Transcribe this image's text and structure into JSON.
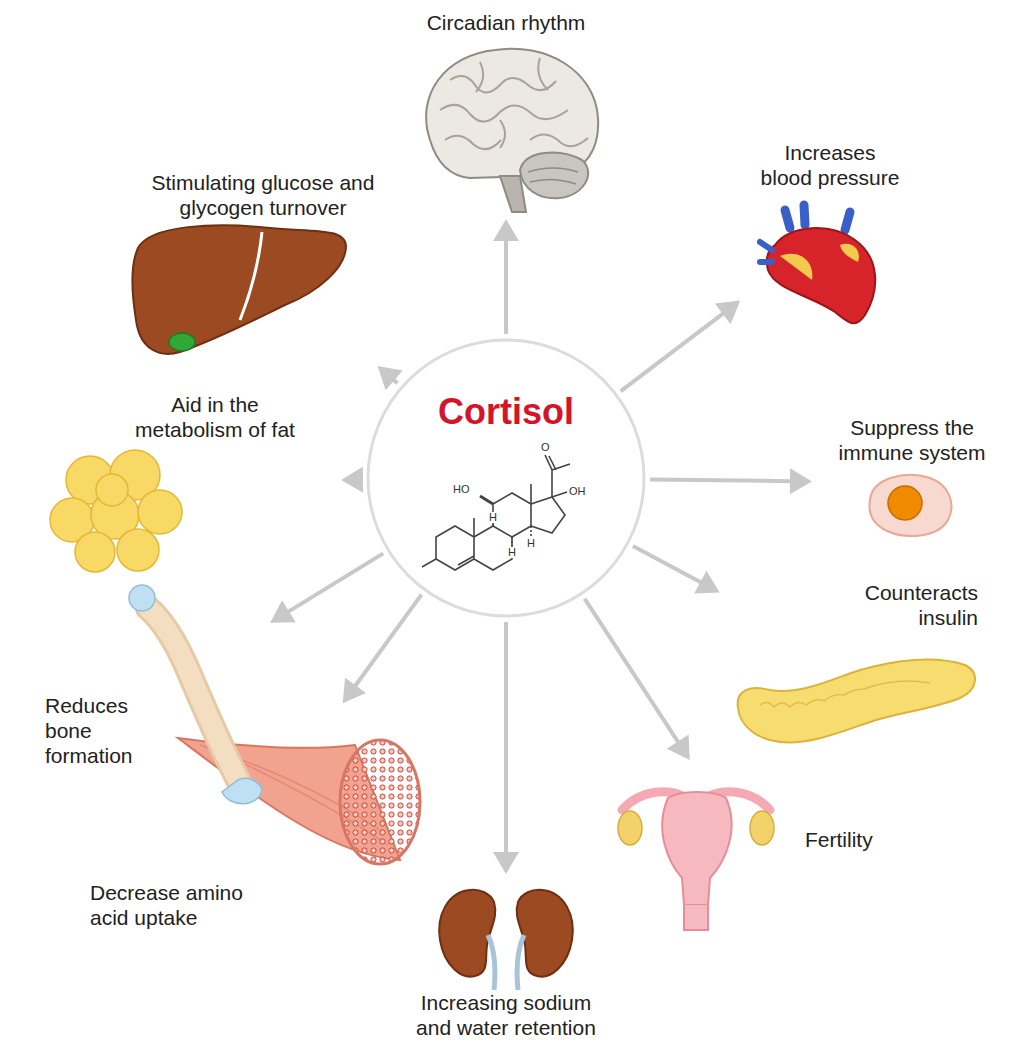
{
  "diagram": {
    "nodes": [
      {
        "text": [
          "Cortisol"
        ]
      },
      {
        "text": [
          "Circadian rhythm"
        ]
      },
      {
        "text": [
          "Stimulating glucose and glycogen turnover"
        ]
      },
      {
        "text": [
          "Increases blood pressure"
        ]
      },
      {
        "text": [
          "Aid in the metabolism of fat"
        ]
      },
      {
        "text": [
          "Suppress the immune system"
        ]
      },
      {
        "text": [
          "Counteracts insulin"
        ]
      },
      {
        "text": [
          "Reduces bone formation"
        ]
      },
      {
        "text": [
          "Fertility"
        ]
      },
      {
        "text": [
          "Decrease amino acid uptake"
        ]
      },
      {
        "text": [
          "Increasing sodium and water retention"
        ]
      }
    ],
    "edges": [
      {
        "from": 0,
        "to": 1,
        "arrow": "to"
      },
      {
        "from": 0,
        "to": 2,
        "arrow": "to"
      },
      {
        "from": 0,
        "to": 3,
        "arrow": "to"
      },
      {
        "from": 0,
        "to": 4,
        "arrow": "to"
      },
      {
        "from": 0,
        "to": 5,
        "arrow": "to"
      },
      {
        "from": 0,
        "to": 6,
        "arrow": "to"
      },
      {
        "from": 0,
        "to": 7,
        "arrow": "to"
      },
      {
        "from": 0,
        "to": 8,
        "arrow": "to"
      },
      {
        "from": 0,
        "to": 9,
        "arrow": "to"
      },
      {
        "from": 0,
        "to": 10,
        "arrow": "to"
      }
    ],
    "labels": [
      "HO",
      "O",
      "OH",
      "H",
      "H",
      "H"
    ]
  }
}
